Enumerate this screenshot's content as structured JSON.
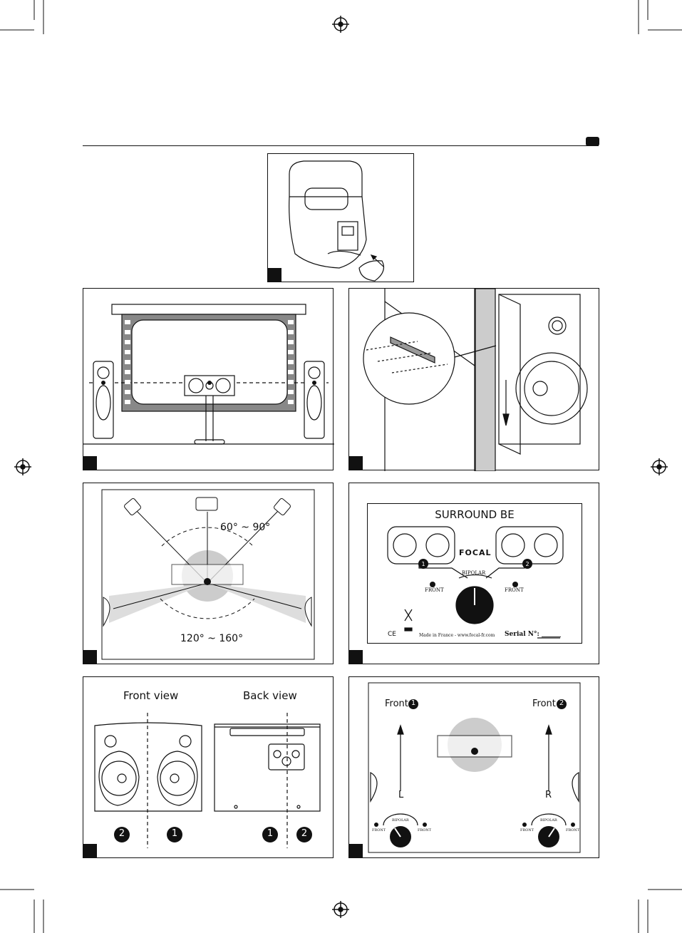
{
  "angles": {
    "front": "60° ~ 90°",
    "rear": "120° ~ 160°"
  },
  "plate": {
    "title": "SURROUND BE",
    "brand": "FOCAL",
    "num1": "1",
    "num2": "2",
    "mode_label": "BIPOLAR",
    "front1": "FRONT",
    "front2": "FRONT",
    "made_in": "Made in France - www.focal-fr.com",
    "serial": "Serial N°: ______",
    "ce_mark": "CE"
  },
  "views": {
    "front_view": "Front view",
    "back_view": "Back view",
    "n2": "2",
    "n1": "1",
    "b1": "1",
    "b2": "2"
  },
  "placement": {
    "front1": "Front",
    "front2": "Front",
    "n1": "1",
    "n2": "2",
    "left": "L",
    "right": "R",
    "mode_label": "BIPOLAR",
    "front": "FRONT"
  }
}
